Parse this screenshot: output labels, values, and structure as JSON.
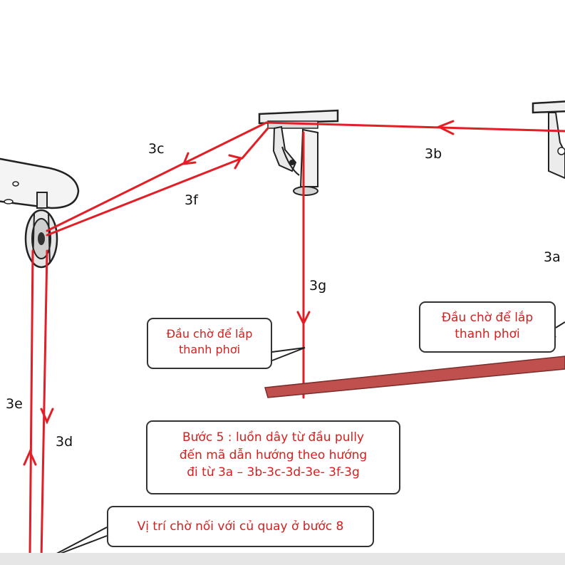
{
  "labels": {
    "3a": "3a",
    "3b": "3b",
    "3c": "3c",
    "3d": "3d",
    "3e": "3e",
    "3f": "3f",
    "3g": "3g"
  },
  "callouts": {
    "left_wait": {
      "line1": "Đầu chờ để lắp",
      "line2": "thanh phơi"
    },
    "right_wait": {
      "line1": "Đầu chờ để lắp",
      "line2": "thanh phơi"
    },
    "step5": {
      "line1": "Bước 5 : luồn dây từ đầu pully",
      "line2": "đến mã dẫn hướng  theo  hướng",
      "line3": "đi từ 3a – 3b-3c-3d-3e-  3f-3g"
    },
    "position": {
      "text": "Vị trí chờ nối với củ quay ở bước 8"
    }
  },
  "colors": {
    "rope": "#e21e26",
    "bar": "#c0504d",
    "label_text": "#d81e1e",
    "outline": "#333333"
  }
}
